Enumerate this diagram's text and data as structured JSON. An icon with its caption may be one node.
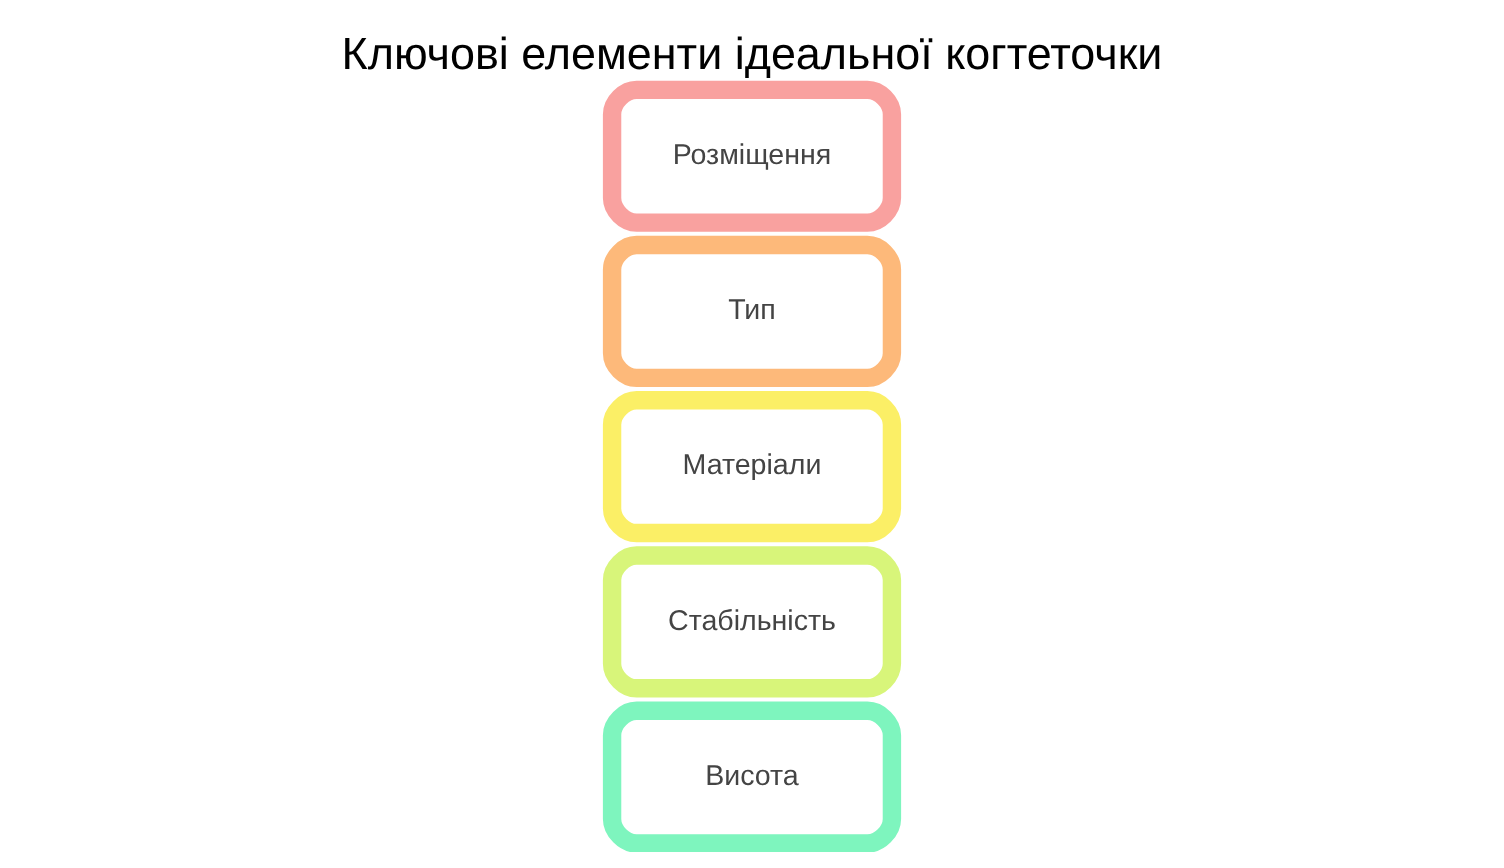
{
  "diagram": {
    "title": "Ключові елементи ідеальної когтеточки",
    "nodes": [
      {
        "text": [
          "Висота"
        ]
      },
      {
        "text": [
          "Стабільність"
        ]
      },
      {
        "text": [
          "Матеріали"
        ]
      },
      {
        "text": [
          "Тип"
        ]
      },
      {
        "text": [
          "Розміщення"
        ]
      }
    ]
  }
}
